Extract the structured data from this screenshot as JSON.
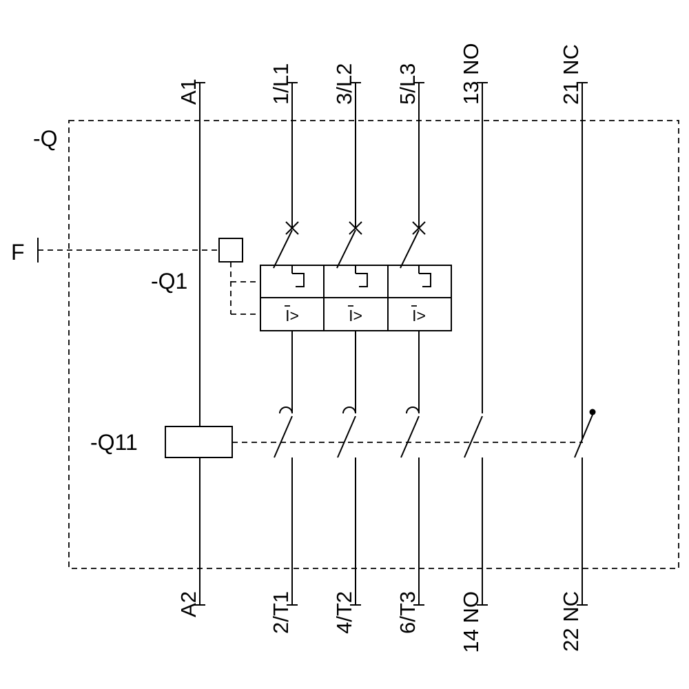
{
  "diagram": {
    "enclosure": {
      "label": "-Q"
    },
    "trip_input": {
      "label": "F"
    },
    "breaker": {
      "label": "-Q1",
      "poles": 3,
      "overload_symbol": "I>"
    },
    "coil": {
      "label": "-Q11"
    },
    "terminals": {
      "top": [
        "A1",
        "1/L1",
        "3/L2",
        "5/L3",
        "13 NO",
        "21 NC"
      ],
      "bottom": [
        "A2",
        "2/T1",
        "4/T2",
        "6/T3",
        "14 NO",
        "22 NC"
      ]
    },
    "colors": {
      "line": "#000000",
      "background": "#ffffff"
    }
  }
}
